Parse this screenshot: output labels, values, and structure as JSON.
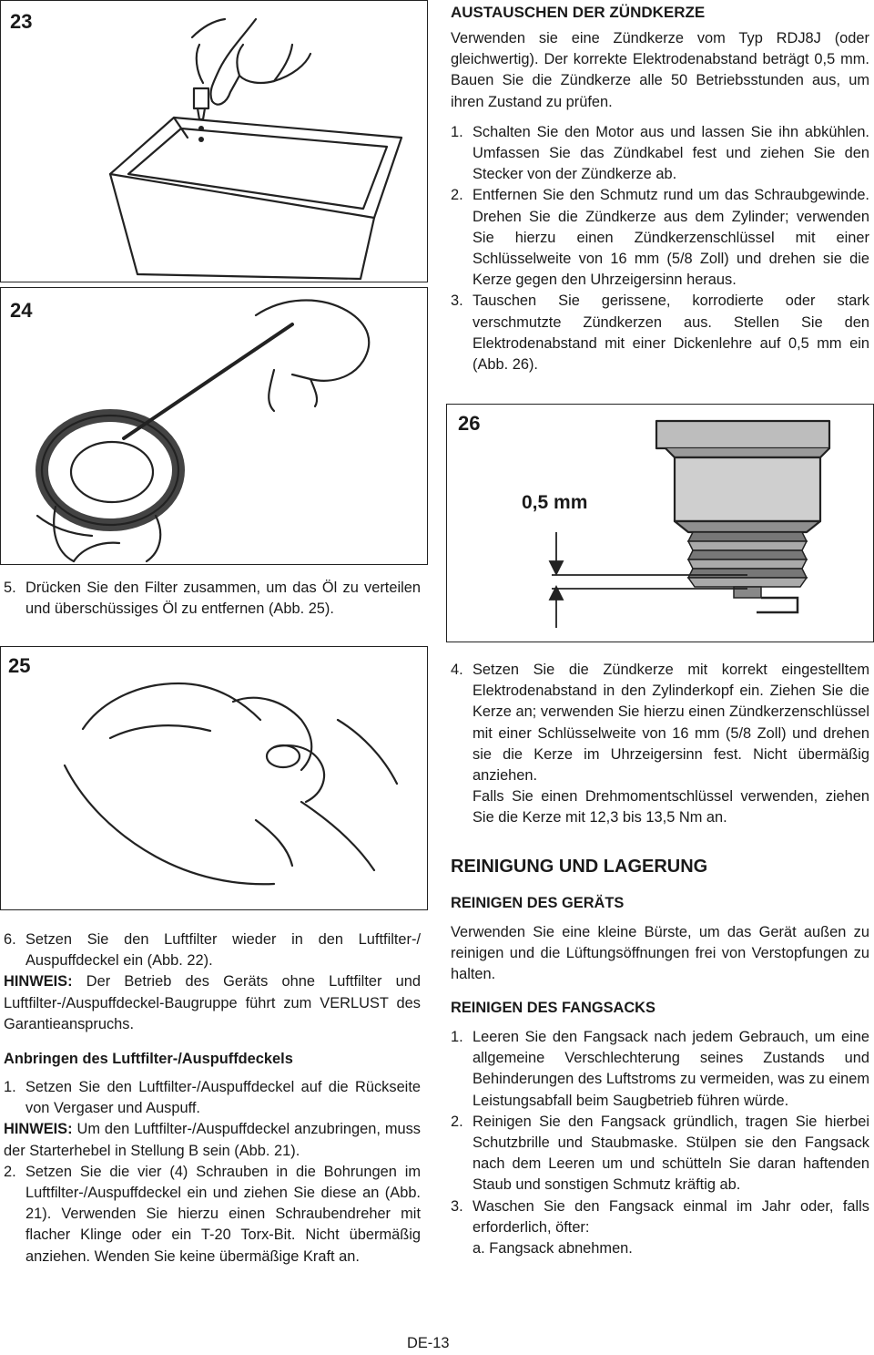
{
  "figures": {
    "f23": "23",
    "f24": "24",
    "f25": "25",
    "f26": "26",
    "gap_label": "0,5 mm"
  },
  "left": {
    "step5": {
      "num": "5.",
      "text": "Drücken Sie den Filter zusammen, um das Öl zu verteilen und überschüssiges Öl zu entfernen (Abb. 25)."
    },
    "step6": {
      "num": "6.",
      "text": "Setzen Sie den Luftfilter wieder in den Luftfilter-/ Auspuffdeckel ein (Abb. 22)."
    },
    "note1": {
      "label": "HINWEIS:",
      "text": " Der Betrieb des Geräts ohne Luftfilter und Luftfilter-/Auspuffdeckel-Baugruppe führt zum VERLUST des Garantieanspruchs."
    },
    "heading": "Anbringen des Luftfilter-/Auspuffdeckels",
    "a1": {
      "num": "1.",
      "text": "Setzen Sie den Luftfilter-/Auspuffdeckel auf die Rückseite von Vergaser und Auspuff."
    },
    "note2": {
      "label": "HINWEIS:",
      "text": " Um den Luftfilter-/Auspuffdeckel anzubringen, muss der Starterhebel in Stellung B sein (Abb. 21)."
    },
    "a2": {
      "num": "2.",
      "text": "Setzen Sie die vier (4) Schrauben in die Bohrungen im Luftfilter-/Auspuffdeckel ein und ziehen Sie diese an (Abb. 21). Verwenden Sie hierzu einen Schraubendreher mit flacher Klinge oder ein T-20 Torx-Bit. Nicht übermäßig anziehen. Wenden Sie keine übermäßige Kraft an."
    }
  },
  "right": {
    "title": "AUSTAUSCHEN DER ZÜNDKERZE",
    "intro": "Verwenden sie eine Zündkerze vom Typ RDJ8J (oder gleichwertig). Der korrekte Elektrodenabstand beträgt 0,5 mm. Bauen Sie die Zündkerze alle 50 Betriebsstunden aus, um ihren Zustand zu prüfen.",
    "s1": {
      "num": "1.",
      "text": "Schalten Sie den Motor aus und lassen Sie ihn abkühlen. Umfassen Sie das Zündkabel fest und ziehen Sie den Stecker von der Zündkerze ab."
    },
    "s2": {
      "num": "2.",
      "text": "Entfernen Sie den Schmutz rund um das Schraubgewinde. Drehen Sie die Zündkerze aus dem Zylinder; verwenden Sie hierzu einen Zündkerzenschlüssel mit einer Schlüsselweite von 16 mm (5/8 Zoll) und drehen sie die Kerze gegen den Uhrzeigersinn heraus."
    },
    "s3": {
      "num": "3.",
      "text": "Tauschen Sie gerissene, korrodierte oder stark verschmutzte Zündkerzen aus. Stellen Sie den Elektrodenabstand mit einer Dickenlehre auf 0,5 mm ein (Abb. 26)."
    },
    "s4": {
      "num": "4.",
      "text": "Setzen Sie die Zündkerze mit korrekt eingestelltem Elektrodenabstand in den Zylinderkopf ein. Ziehen Sie die Kerze an; verwenden Sie hierzu einen Zündkerzenschlüssel mit einer Schlüsselweite von 16 mm (5/8 Zoll) und drehen sie die Kerze im Uhrzeigersinn fest. Nicht übermäßig anziehen."
    },
    "s4b": "Falls Sie einen Drehmomentschlüssel verwenden, ziehen Sie die Kerze mit 12,3 bis 13,5 Nm an.",
    "section": "REINIGUNG UND LAGERUNG",
    "sub1": "REINIGEN DES GERÄTS",
    "clean": "Verwenden Sie eine kleine Bürste, um das Gerät außen zu reinigen und die Lüftungsöffnungen frei von Verstopfungen zu halten.",
    "sub2": "REINIGEN DES FANGSACKS",
    "b1": {
      "num": "1.",
      "text": "Leeren Sie den Fangsack nach jedem Gebrauch, um eine allgemeine Verschlechterung seines Zustands und Behinderungen des Luftstroms zu vermeiden, was zu einem Leistungsabfall beim Saugbetrieb führen würde."
    },
    "b2": {
      "num": "2.",
      "text": "Reinigen Sie den Fangsack gründlich, tragen Sie hierbei Schutzbrille und Staubmaske. Stülpen sie den Fangsack nach dem Leeren um und schütteln Sie daran haftenden Staub und sonstigen Schmutz kräftig ab."
    },
    "b3": {
      "num": "3.",
      "text": "Waschen Sie den Fangsack einmal im Jahr oder, falls erforderlich, öfter:"
    },
    "b3a": "a. Fangsack abnehmen."
  },
  "footer": {
    "page": "DE-13"
  }
}
